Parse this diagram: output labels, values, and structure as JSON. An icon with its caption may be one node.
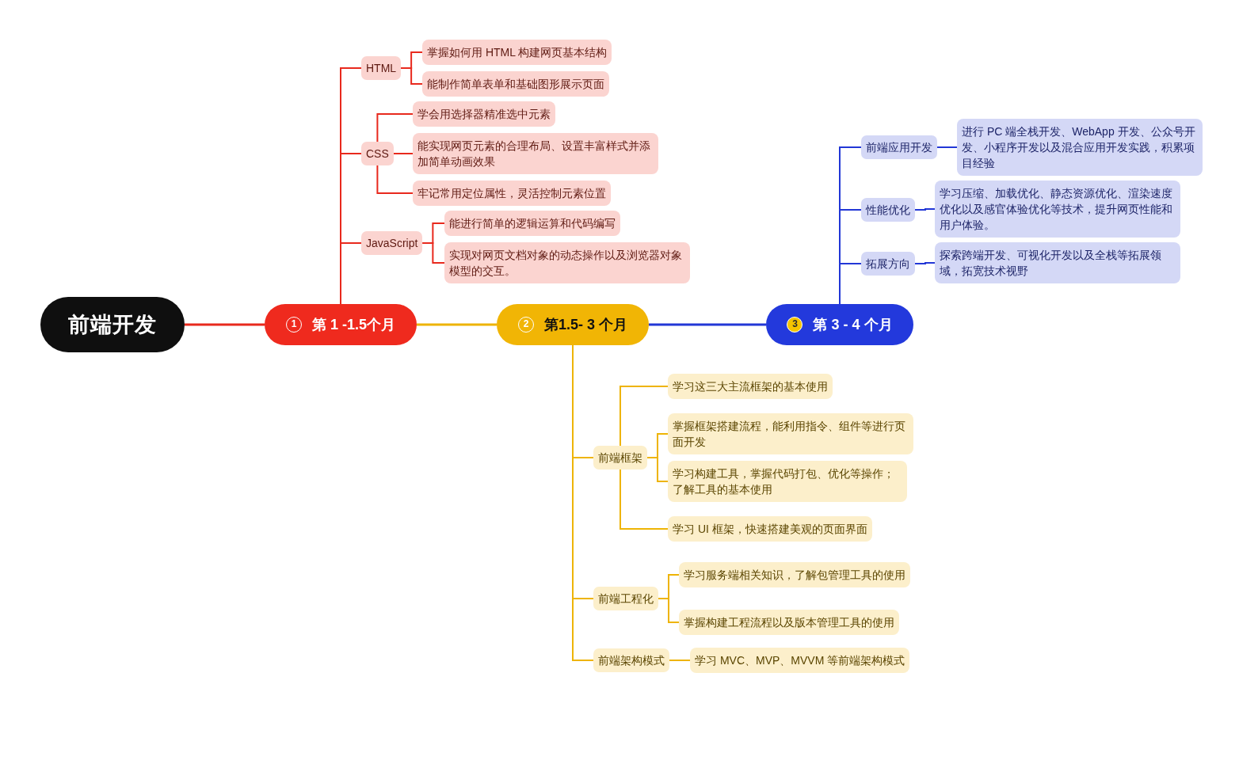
{
  "diagram": {
    "nodes": [
      {
        "text": [
          "前端开发"
        ]
      },
      {
        "text": [
          "1",
          "第 1 -1.5个月"
        ]
      },
      {
        "text": [
          "2",
          "第1.5- 3 个月"
        ]
      },
      {
        "text": [
          "3",
          "第 3 - 4 个月"
        ]
      },
      {
        "text": [
          "HTML"
        ]
      },
      {
        "text": [
          "掌握如何用 HTML 构建网页基本结构"
        ]
      },
      {
        "text": [
          "能制作简单表单和基础图形展示页面"
        ]
      },
      {
        "text": [
          "CSS"
        ]
      },
      {
        "text": [
          "学会用选择器精准选中元素"
        ]
      },
      {
        "text": [
          "能实现网页元素的合理布局、设置丰富样式并添加简单动画效果"
        ]
      },
      {
        "text": [
          "牢记常用定位属性，灵活控制元素位置"
        ]
      },
      {
        "text": [
          "JavaScript"
        ]
      },
      {
        "text": [
          "能进行简单的逻辑运算和代码编写"
        ]
      },
      {
        "text": [
          "实现对网页文档对象的动态操作以及浏览器对象模型的交互。"
        ]
      },
      {
        "text": [
          "前端框架"
        ]
      },
      {
        "text": [
          "学习这三大主流框架的基本使用"
        ]
      },
      {
        "text": [
          "掌握框架搭建流程，能利用指令、组件等进行页面开发"
        ]
      },
      {
        "text": [
          "学习构建工具，掌握代码打包、优化等操作；了解工具的基本使用"
        ]
      },
      {
        "text": [
          "学习 UI 框架，快速搭建美观的页面界面"
        ]
      },
      {
        "text": [
          "前端工程化"
        ]
      },
      {
        "text": [
          "学习服务端相关知识，了解包管理工具的使用"
        ]
      },
      {
        "text": [
          "掌握构建工程流程以及版本管理工具的使用"
        ]
      },
      {
        "text": [
          "前端架构模式"
        ]
      },
      {
        "text": [
          "学习 MVC、MVP、MVVM 等前端架构模式"
        ]
      },
      {
        "text": [
          "前端应用开发"
        ]
      },
      {
        "text": [
          "进行 PC 端全栈开发、WebApp 开发、公众号开发、小程序开发以及混合应用开发实践，积累项目经验"
        ]
      },
      {
        "text": [
          "性能优化"
        ]
      },
      {
        "text": [
          "学习压缩、加载优化、静态资源优化、渲染速度优化以及感官体验优化等技术，提升网页性能和用户体验。"
        ]
      },
      {
        "text": [
          "拓展方向"
        ]
      },
      {
        "text": [
          "探索跨端开发、可视化开发以及全栈等拓展领域，拓宽技术视野"
        ]
      }
    ],
    "edges": [
      {
        "from": 0,
        "to": 1,
        "arrow": "none",
        "color": "#e8291d"
      },
      {
        "from": 1,
        "to": 2,
        "arrow": "none",
        "color": "#eeb404"
      },
      {
        "from": 2,
        "to": 3,
        "arrow": "none",
        "color": "#2237d6"
      },
      {
        "from": 1,
        "to": 4,
        "arrow": "none",
        "color": "#e8291d"
      },
      {
        "from": 1,
        "to": 7,
        "arrow": "none",
        "color": "#e8291d"
      },
      {
        "from": 1,
        "to": 11,
        "arrow": "none",
        "color": "#e8291d"
      },
      {
        "from": 4,
        "to": 5,
        "arrow": "none",
        "color": "#e8291d"
      },
      {
        "from": 4,
        "to": 6,
        "arrow": "none",
        "color": "#e8291d"
      },
      {
        "from": 7,
        "to": 8,
        "arrow": "none",
        "color": "#e8291d"
      },
      {
        "from": 7,
        "to": 9,
        "arrow": "none",
        "color": "#e8291d"
      },
      {
        "from": 7,
        "to": 10,
        "arrow": "none",
        "color": "#e8291d"
      },
      {
        "from": 11,
        "to": 12,
        "arrow": "none",
        "color": "#e8291d"
      },
      {
        "from": 11,
        "to": 13,
        "arrow": "none",
        "color": "#e8291d"
      },
      {
        "from": 2,
        "to": 14,
        "arrow": "none",
        "color": "#eeb404"
      },
      {
        "from": 2,
        "to": 19,
        "arrow": "none",
        "color": "#eeb404"
      },
      {
        "from": 2,
        "to": 22,
        "arrow": "none",
        "color": "#eeb404"
      },
      {
        "from": 14,
        "to": 15,
        "arrow": "none",
        "color": "#eeb404"
      },
      {
        "from": 14,
        "to": 16,
        "arrow": "none",
        "color": "#eeb404"
      },
      {
        "from": 14,
        "to": 17,
        "arrow": "none",
        "color": "#eeb404"
      },
      {
        "from": 14,
        "to": 18,
        "arrow": "none",
        "color": "#eeb404"
      },
      {
        "from": 19,
        "to": 20,
        "arrow": "none",
        "color": "#eeb404"
      },
      {
        "from": 19,
        "to": 21,
        "arrow": "none",
        "color": "#eeb404"
      },
      {
        "from": 22,
        "to": 23,
        "arrow": "none",
        "color": "#eeb404"
      },
      {
        "from": 3,
        "to": 24,
        "arrow": "none",
        "color": "#2237d6"
      },
      {
        "from": 3,
        "to": 26,
        "arrow": "none",
        "color": "#2237d6"
      },
      {
        "from": 3,
        "to": 28,
        "arrow": "none",
        "color": "#2237d6"
      },
      {
        "from": 24,
        "to": 25,
        "arrow": "none",
        "color": "#2237d6"
      },
      {
        "from": 26,
        "to": 27,
        "arrow": "none",
        "color": "#2237d6"
      },
      {
        "from": 28,
        "to": 29,
        "arrow": "none",
        "color": "#2237d6"
      }
    ]
  }
}
